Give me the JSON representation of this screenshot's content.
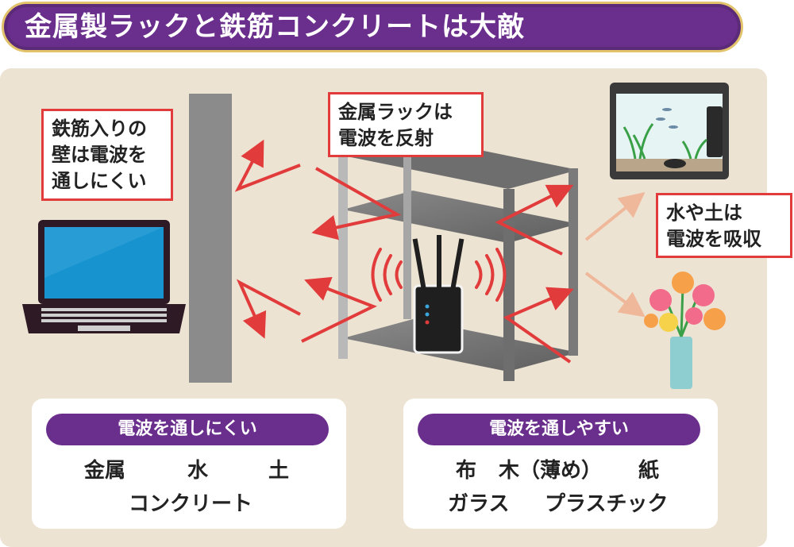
{
  "title": "金属製ラックと鉄筋コンクリートは大敵",
  "notes": {
    "wall": "鉄筋入りの\n壁は電波を\n通しにくい",
    "rack": "金属ラックは\n電波を反射",
    "water": "水や土は\n電波を吸収"
  },
  "hard": {
    "header": "電波を通しにくい",
    "row1": [
      "金属",
      "水",
      "土"
    ],
    "row2": "コンクリート"
  },
  "easy": {
    "header": "電波を通しやすい",
    "row1": [
      "布",
      "木（薄め）",
      "紙"
    ],
    "row2": [
      "ガラス",
      "プラスチック"
    ]
  },
  "colors": {
    "purple": "#6a2f8c",
    "gold": "#e2c26a",
    "red": "#e23b3b",
    "panel": "#ede3d3"
  },
  "icons": [
    "laptop-icon",
    "router-icon",
    "aquarium-icon",
    "flower-vase-icon",
    "metal-rack",
    "concrete-wall"
  ]
}
